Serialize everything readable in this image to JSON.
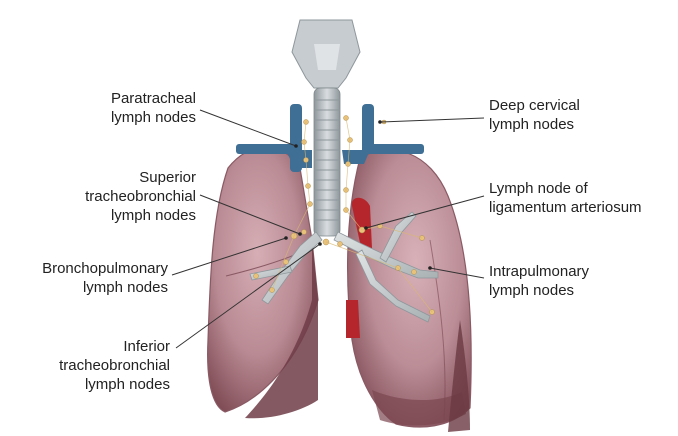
{
  "labels": {
    "paratracheal": [
      "Paratracheal",
      "lymph nodes"
    ],
    "superior_tracheobronchial": [
      "Superior",
      "tracheobronchial",
      "lymph nodes"
    ],
    "bronchopulmonary": [
      "Bronchopulmonary",
      "lymph nodes"
    ],
    "inferior_tracheobronchial": [
      "Inferior",
      "tracheobronchial",
      "lymph nodes"
    ],
    "deep_cervical": [
      "Deep cervical",
      "lymph nodes"
    ],
    "ligamentum_arteriosum": [
      "Lymph node of",
      "ligamentum arteriosum"
    ],
    "intrapulmonary": [
      "Intrapulmonary",
      "lymph nodes"
    ]
  },
  "colors": {
    "lung": "#b98a93",
    "lung_shadow": "#7a4650",
    "trachea": "#b9c0c4",
    "vein": "#3f6f95",
    "aorta": "#b5262c",
    "node": "#e8c27a",
    "leader": "#333333"
  }
}
